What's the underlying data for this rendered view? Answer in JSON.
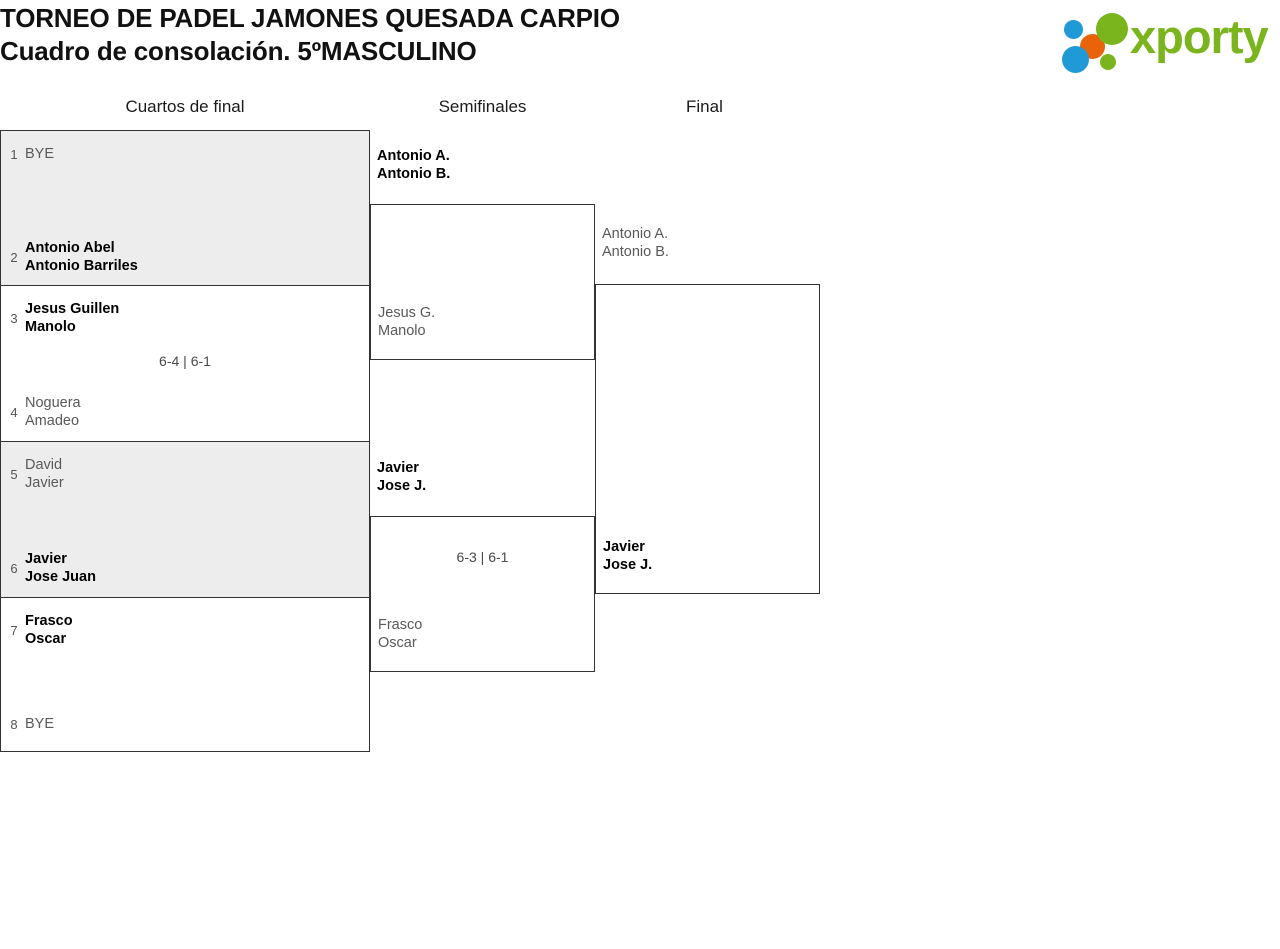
{
  "header": {
    "title_line1": "TORNEO DE PADEL JAMONES QUESADA CARPIO",
    "title_line2": "Cuadro de consolación. 5ºMASCULINO",
    "logo_word": "xporty",
    "logo_colors": {
      "green": "#7ab51d",
      "blue": "#1f9ad6",
      "orange": "#e8630a"
    }
  },
  "rounds": [
    {
      "label": "Cuartos de final"
    },
    {
      "label": "Semifinales"
    },
    {
      "label": "Final"
    }
  ],
  "quarterfinals": [
    {
      "score": "",
      "top": {
        "seed": "1",
        "line1": "BYE",
        "line2": "",
        "result": "loser"
      },
      "bottom": {
        "seed": "2",
        "line1": "Antonio Abel",
        "line2": "Antonio Barriles",
        "result": "winner"
      }
    },
    {
      "score": "6-4 | 6-1",
      "top": {
        "seed": "3",
        "line1": "Jesus Guillen",
        "line2": "Manolo",
        "result": "winner"
      },
      "bottom": {
        "seed": "4",
        "line1": "Noguera",
        "line2": "Amadeo",
        "result": "loser"
      }
    },
    {
      "score": "",
      "top": {
        "seed": "5",
        "line1": "David",
        "line2": "Javier",
        "result": "loser"
      },
      "bottom": {
        "seed": "6",
        "line1": "Javier",
        "line2": "Jose Juan",
        "result": "winner"
      }
    },
    {
      "score": "",
      "top": {
        "seed": "7",
        "line1": "Frasco",
        "line2": "Oscar",
        "result": "winner"
      },
      "bottom": {
        "seed": "8",
        "line1": "BYE",
        "line2": "",
        "result": "loser"
      }
    }
  ],
  "semifinals": [
    {
      "score": "",
      "top": {
        "line1": "Antonio A.",
        "line2": "Antonio B.",
        "result": "winner"
      },
      "bottom": {
        "line1": "Jesus G.",
        "line2": "Manolo",
        "result": "loser"
      }
    },
    {
      "score": "6-3 | 6-1",
      "top": {
        "line1": "Javier",
        "line2": "Jose J.",
        "result": "winner"
      },
      "bottom": {
        "line1": "Frasco",
        "line2": "Oscar",
        "result": "loser"
      }
    }
  ],
  "final": {
    "score": "",
    "top": {
      "line1": "Antonio A.",
      "line2": "Antonio B.",
      "result": "loser"
    },
    "bottom": {
      "line1": "Javier",
      "line2": "Jose J.",
      "result": "winner"
    }
  }
}
